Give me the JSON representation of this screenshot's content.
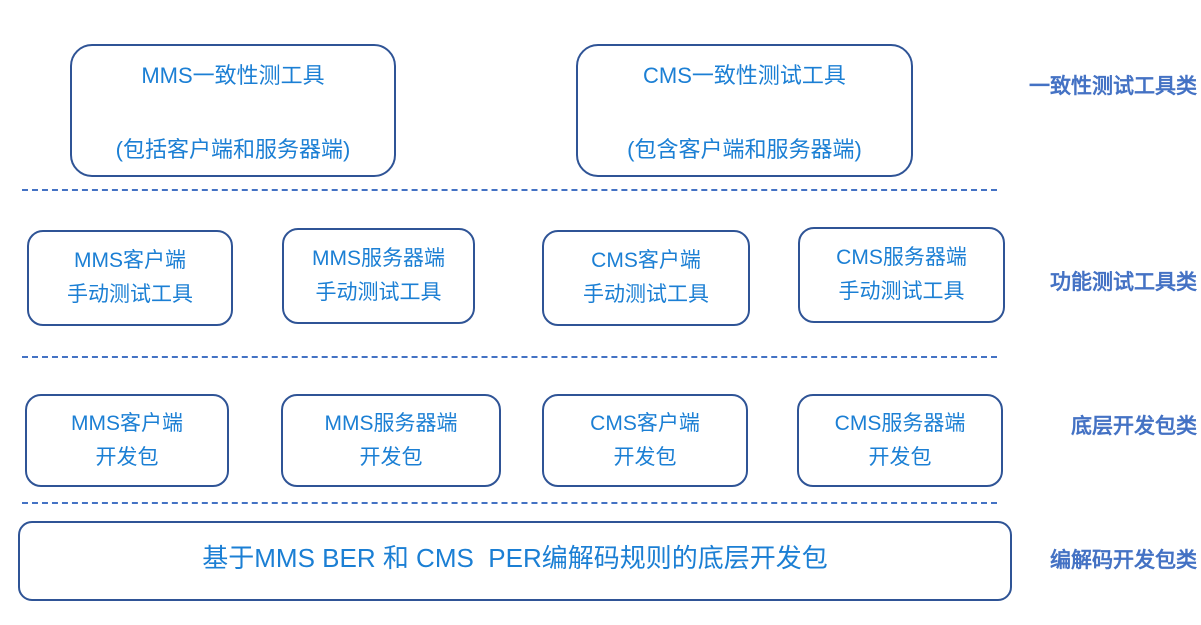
{
  "diagram": {
    "title": "MMS/CMS tool stack layers",
    "colors": {
      "box_border": "#2F5496",
      "box_text": "#1B7FD4",
      "layer_label_text": "#4472C4",
      "divider": "#4472C4",
      "background": "#FFFFFF"
    },
    "layers": [
      {
        "label": "一致性测试工具类",
        "boxes": [
          {
            "line1": "MMS一致性测工具",
            "line2": "(包括客户端和服务器端)"
          },
          {
            "line1": "CMS一致性测试工具",
            "line2": "(包含客户端和服务器端)"
          }
        ]
      },
      {
        "label": "功能测试工具类",
        "boxes": [
          {
            "line1": "MMS客户端",
            "line2": "手动测试工具"
          },
          {
            "line1": "MMS服务器端",
            "line2": "手动测试工具"
          },
          {
            "line1": "CMS客户端",
            "line2": "手动测试工具"
          },
          {
            "line1": "CMS服务器端",
            "line2": "手动测试工具"
          }
        ]
      },
      {
        "label": "底层开发包类",
        "boxes": [
          {
            "line1": "MMS客户端",
            "line2": "开发包"
          },
          {
            "line1": "MMS服务器端",
            "line2": "开发包"
          },
          {
            "line1": "CMS客户端",
            "line2": "开发包"
          },
          {
            "line1": "CMS服务器端",
            "line2": "开发包"
          }
        ]
      },
      {
        "label": "编解码开发包类",
        "boxes": [
          {
            "line1": "基于MMS BER 和 CMS  PER编解码规则的底层开发包"
          }
        ]
      }
    ]
  }
}
